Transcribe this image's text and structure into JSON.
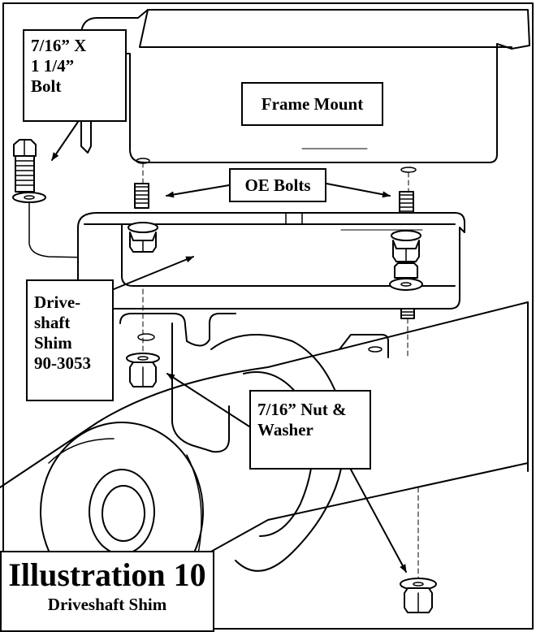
{
  "illustration": {
    "title": "Illustration 10",
    "subtitle": "Driveshaft Shim"
  },
  "callouts": {
    "bolt": [
      "7/16” X",
      "1 1/4”",
      "Bolt"
    ],
    "frame_mount": "Frame Mount",
    "oe_bolts": "OE Bolts",
    "shim": [
      "Drive-",
      "shaft",
      "Shim",
      "90-3053"
    ],
    "nut_washer": [
      "7/16” Nut &",
      "Washer"
    ]
  },
  "colors": {
    "line": "#000000",
    "background": "#ffffff"
  }
}
